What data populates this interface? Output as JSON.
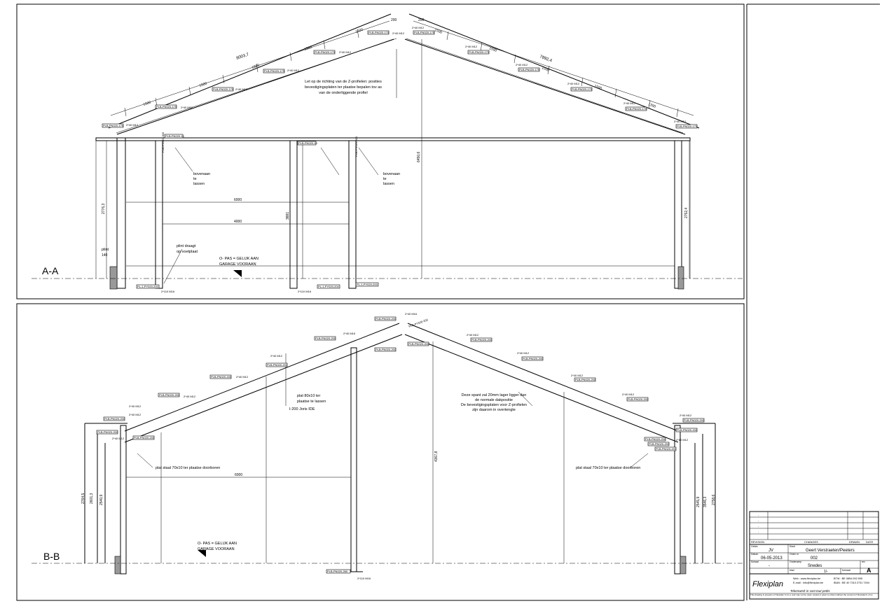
{
  "sections": {
    "aa": {
      "label": "A-A",
      "dims": {
        "left_rafter": "8003,7",
        "right_rafter": "7892,4",
        "seg": "1500",
        "seg_right_last": "1300",
        "ridge_left": "200",
        "ridge_right": "200",
        "span_6000": "6000",
        "span_4000": "4000",
        "height_left": "2776,3",
        "height_right": "2752,4",
        "height_ridge": "6450,6",
        "height_mid": "3881",
        "plint_h": "140"
      },
      "notes": {
        "zprofile": [
          "Let op de richting van de Z-profielen: posities",
          "bevestigingsplaten ter plaatse bepalen tov as",
          "van de onderliggende profiel"
        ],
        "lassen": [
          "bovenaan",
          "te",
          "lassen"
        ],
        "plint_label": "plint",
        "voetplaat": [
          "plint draagt",
          "op voetplaat"
        ],
        "opas": [
          "O- PAS = GELIJK AAN",
          "GARAGE VOORAAN"
        ]
      },
      "tags": {
        "zprofile": "PLB-PN020-175",
        "bolts": "2*40 M12",
        "bolts_foot": "2*110 M16",
        "beam_top": "PLB-PN020-10",
        "foot_plate": "PL-1-PY020-200",
        "col_tag": "PLB-PN020-300"
      }
    },
    "bb": {
      "label": "B-B",
      "dims": {
        "span_6000": "6000",
        "h_left_1": "2764,5",
        "h_left_2": "2601,3",
        "h_left_3": "2540,9",
        "h_right_1": "2545,9",
        "h_right_2": "3546,3",
        "h_right_3": "2758,6",
        "h_center": "4367,8"
      },
      "notes": {
        "plat8010": [
          "plat 80x10 ter",
          "plaatse te lassen"
        ],
        "ipe": "I-200 Joris IDE",
        "spant": [
          "Deze spant zal 20mm lager ligger dan",
          "de normale dakpositie",
          "De bevestigingsplaten voor Z-profielen",
          "zijn daarom in overtengte"
        ],
        "plat7010_left": "plat staal 70x10 ter plaatse doorboren",
        "plat7010_right": "plat staal 70x10 ter plaatse doorboren",
        "opas": [
          "O- PAS = GELIJK AAN",
          "GARAGE VOORAAN"
        ]
      },
      "tags": {
        "plate": "PLB-PN020-200",
        "bolts": "2*40 M12",
        "bolts_m16": "2*40 M16",
        "bolts_foot": "2*110 M16",
        "ridge": "PLB-PY020-200",
        "foot": "PLB-PN020-260"
      }
    }
  },
  "title_block": {
    "headers": {
      "revision": "REVISION",
      "changes": "CHANGES",
      "drawn": "DRAWN",
      "date": "DATE"
    },
    "rev_rows": [
      "-",
      "-",
      "-",
      "-"
    ],
    "labels": {
      "drawn": "Getek.",
      "client": "Klant",
      "date": "Datum",
      "order": "Order nr",
      "scale": "Schaal",
      "subject": "Onderwerp",
      "sheet": "blad",
      "fmt": "formaat",
      "rev": "rev"
    },
    "drawn_by": "JV",
    "client": "Geert Verstraeten/Peeters",
    "date": "06-05-2013",
    "order_no": "002",
    "subject": "Snedes",
    "scale": "-",
    "sheet": "1/-",
    "revision": "A",
    "company": "Flexiplan",
    "slogan": "Tekenwerk in vast tout petits",
    "web": "Web : www.flexiplan.be",
    "email": "E-mail : info@flexiplan.be",
    "btw": "BTW : BE 0894.092.595",
    "iban": "IBAN : BE 40 7310 2731 7494",
    "disclaimer": "This drawing is property of Flexiplan b.v.b.a. and may not be used, copied or given to others without the consent of Flexiplan b.v.b.a."
  }
}
